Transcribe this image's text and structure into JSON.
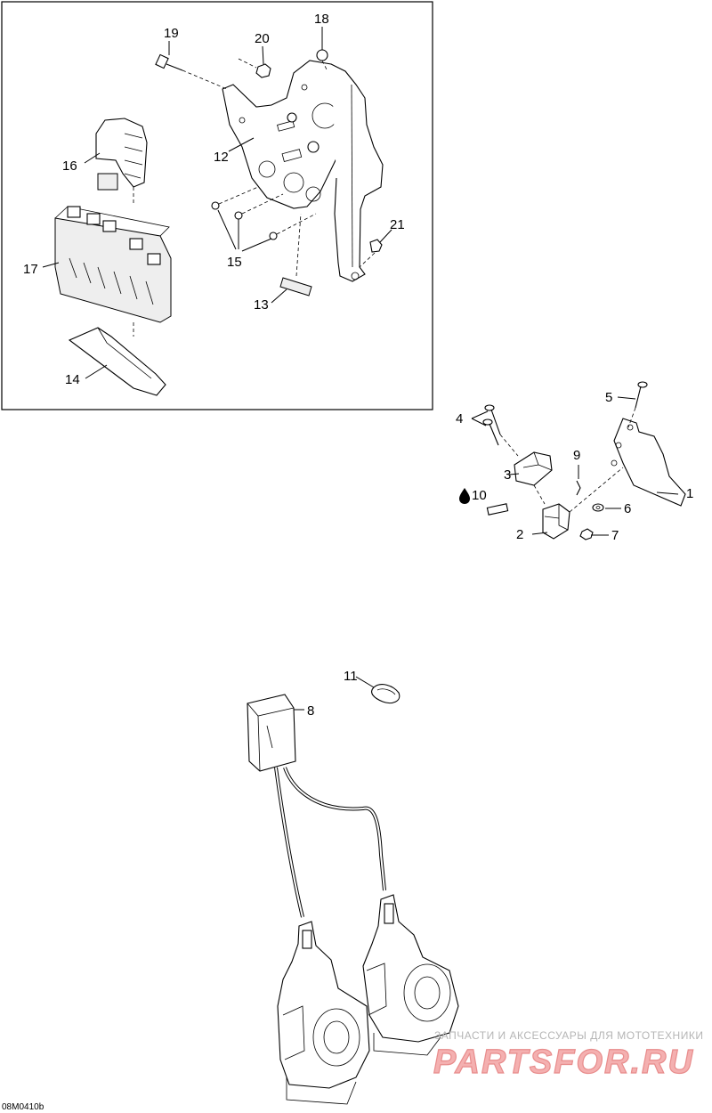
{
  "diagram_code": "08M0410b",
  "watermark": {
    "subtitle": "ЗАПЧАСТИ И АКСЕССУАРЫ ДЛЯ МОТОТЕХНИКИ",
    "logo": "PARTSFOR.RU"
  },
  "callouts": {
    "c1": "1",
    "c2": "2",
    "c3": "3",
    "c4": "4",
    "c5": "5",
    "c6": "6",
    "c7": "7",
    "c8": "8",
    "c9": "9",
    "c10": "10",
    "c11": "11",
    "c12": "12",
    "c13": "13",
    "c14": "14",
    "c15": "15",
    "c16": "16",
    "c17": "17",
    "c18": "18",
    "c19": "19",
    "c20": "20",
    "c21": "21"
  },
  "icons": {
    "lubricant": "oil-drop-icon"
  }
}
